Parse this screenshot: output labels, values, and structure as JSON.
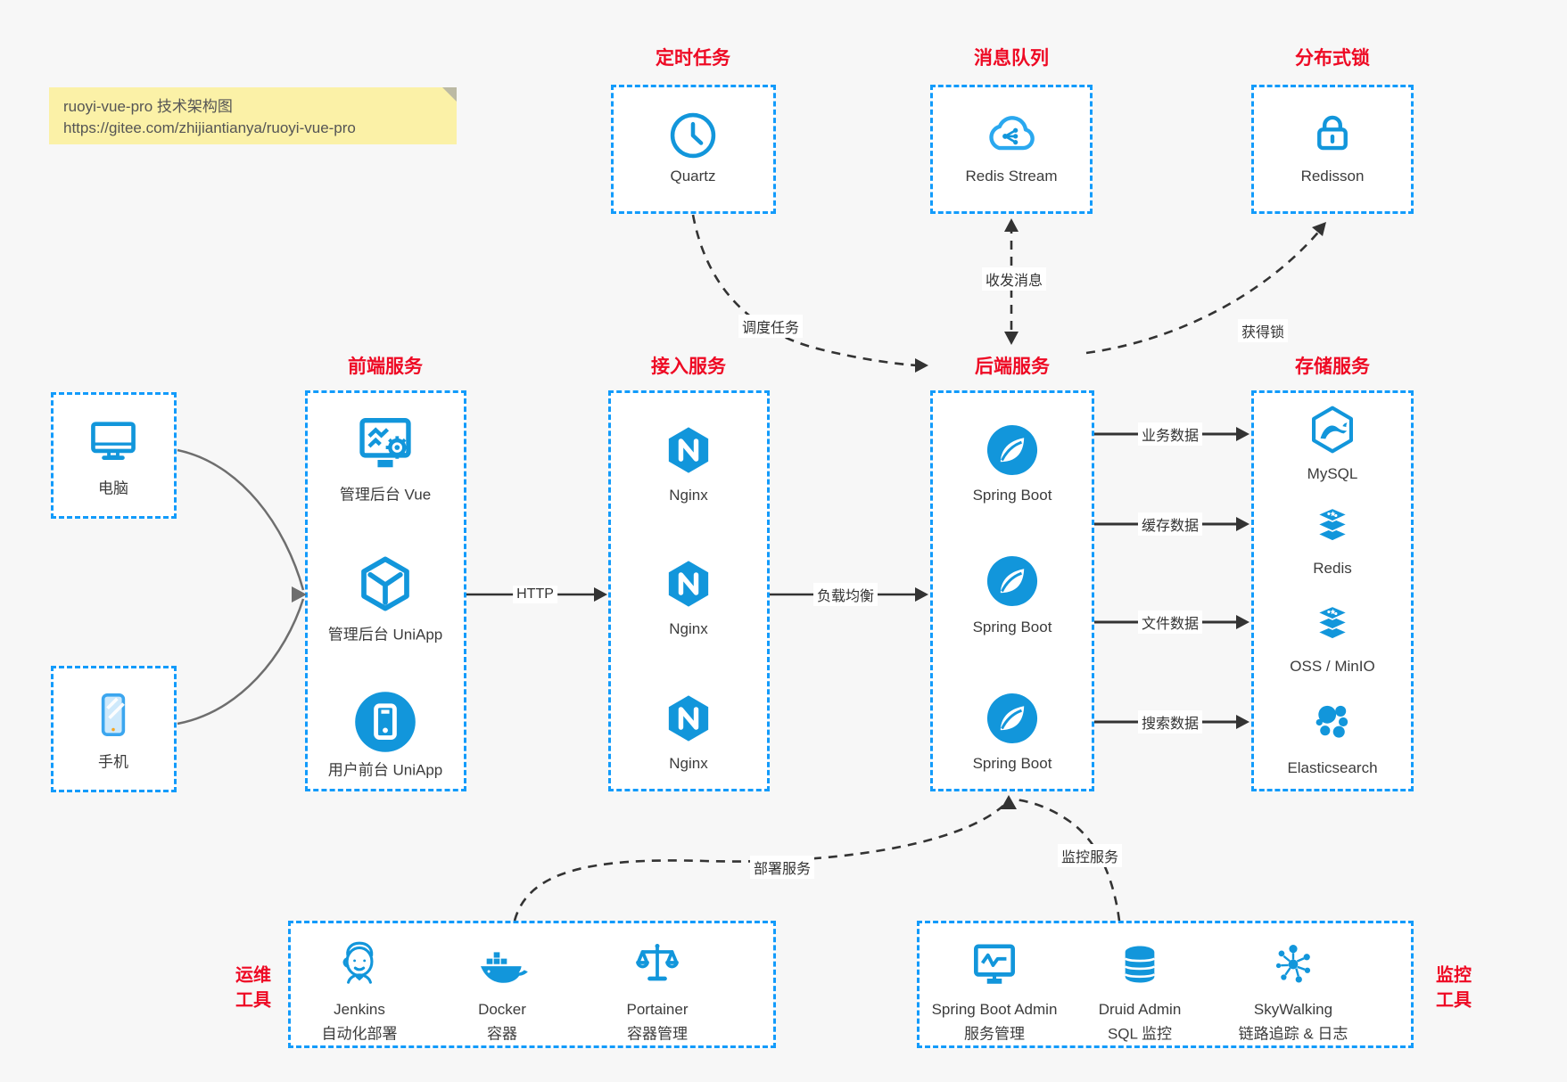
{
  "note": {
    "line1": "ruoyi-vue-pro 技术架构图",
    "line2": "https://gitee.com/zhijiantianya/ruoyi-vue-pro"
  },
  "section_titles": {
    "scheduler": "定时任务",
    "mq": "消息队列",
    "lock": "分布式锁",
    "frontend": "前端服务",
    "gateway": "接入服务",
    "backend": "后端服务",
    "storage": "存储服务"
  },
  "side_titles": {
    "ops": [
      "运维",
      "工具"
    ],
    "monitor": [
      "监控",
      "工具"
    ]
  },
  "nodes": {
    "quartz": {
      "label": "Quartz",
      "icon": "clock-icon"
    },
    "redis_stream": {
      "label": "Redis Stream",
      "icon": "cloud-share-icon"
    },
    "redisson": {
      "label": "Redisson",
      "icon": "lock-icon"
    },
    "pc": {
      "label": "电脑",
      "icon": "desktop-icon"
    },
    "mobile": {
      "label": "手机",
      "icon": "smartphone-icon"
    },
    "admin_vue": {
      "label": "管理后台 Vue",
      "icon": "admin-dashboard-icon"
    },
    "admin_uniapp": {
      "label": "管理后台 UniApp",
      "icon": "cube-icon"
    },
    "user_uniapp": {
      "label": "用户前台 UniApp",
      "icon": "mobile-app-icon"
    },
    "nginx1": {
      "label": "Nginx",
      "icon": "nginx-icon"
    },
    "nginx2": {
      "label": "Nginx",
      "icon": "nginx-icon"
    },
    "nginx3": {
      "label": "Nginx",
      "icon": "nginx-icon"
    },
    "spring1": {
      "label": "Spring Boot",
      "icon": "spring-leaf-icon"
    },
    "spring2": {
      "label": "Spring Boot",
      "icon": "spring-leaf-icon"
    },
    "spring3": {
      "label": "Spring Boot",
      "icon": "spring-leaf-icon"
    },
    "mysql": {
      "label": "MySQL",
      "icon": "mysql-dolphin-icon"
    },
    "redis": {
      "label": "Redis",
      "icon": "layer-stack-icon"
    },
    "oss": {
      "label": "OSS / MinIO",
      "icon": "layer-stack-icon"
    },
    "es": {
      "label": "Elasticsearch",
      "icon": "elasticsearch-cluster-icon"
    },
    "jenkins": {
      "label": "Jenkins",
      "sublabel": "自动化部署",
      "icon": "jenkins-butler-icon"
    },
    "docker": {
      "label": "Docker",
      "sublabel": "容器",
      "icon": "docker-whale-icon"
    },
    "portainer": {
      "label": "Portainer",
      "sublabel": "容器管理",
      "icon": "scales-icon"
    },
    "sba": {
      "label": "Spring Boot Admin",
      "sublabel": "服务管理",
      "icon": "monitor-pulse-icon"
    },
    "druid": {
      "label": "Druid Admin",
      "sublabel": "SQL 监控",
      "icon": "database-icon"
    },
    "skywalking": {
      "label": "SkyWalking",
      "sublabel": "链路追踪 & 日志",
      "icon": "network-nodes-icon"
    }
  },
  "edge_labels": {
    "dispatch": "调度任务",
    "message": "收发消息",
    "acquire_lock": "获得锁",
    "http": "HTTP",
    "load_balance": "负载均衡",
    "business_data": "业务数据",
    "cache_data": "缓存数据",
    "file_data": "文件数据",
    "search_data": "搜索数据",
    "deploy": "部署服务",
    "monitor": "监控服务"
  },
  "colors": {
    "accent_blue": "#1296db",
    "border_blue": "#129bfb",
    "title_red": "#ee0a24",
    "note_bg": "#fbf1a7",
    "arrow_dark": "#333333",
    "arrow_gray": "#6e6e6e",
    "background": "#f7f7f7"
  }
}
